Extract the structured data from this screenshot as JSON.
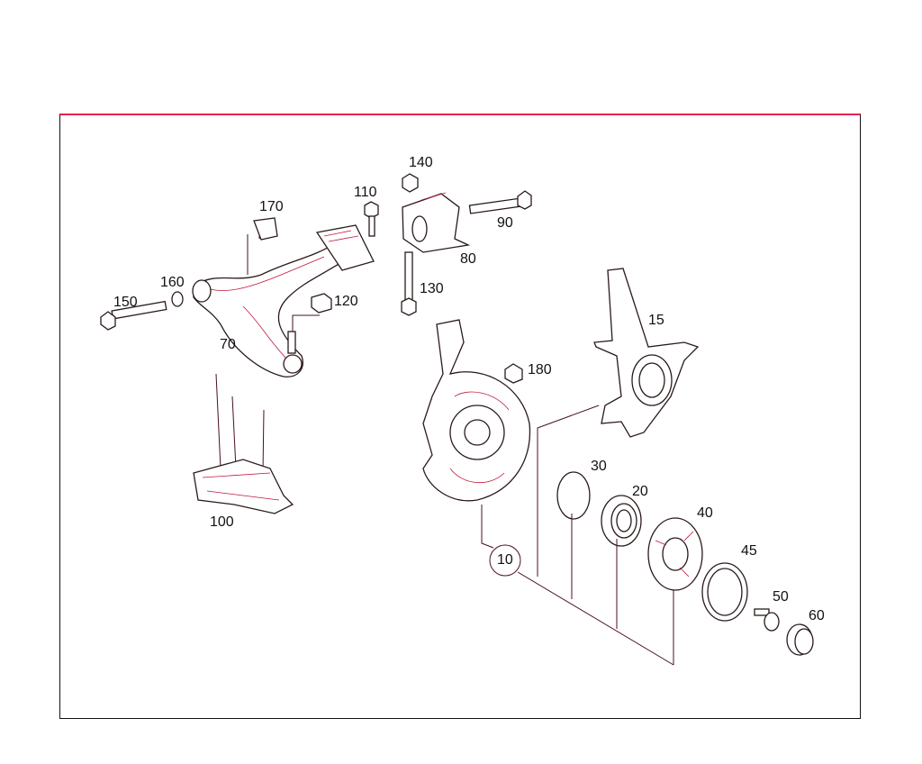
{
  "diagram": {
    "border_accent_color": "#e8204a",
    "callout_circle": "10",
    "labels": {
      "p140": "140",
      "p110": "110",
      "p170": "170",
      "p90": "90",
      "p80": "80",
      "p160": "160",
      "p150": "150",
      "p120": "120",
      "p130": "130",
      "p70": "70",
      "p15": "15",
      "p180": "180",
      "p100": "100",
      "p30": "30",
      "p20": "20",
      "p40": "40",
      "p10": "10",
      "p45": "45",
      "p50": "50",
      "p60": "60"
    }
  }
}
